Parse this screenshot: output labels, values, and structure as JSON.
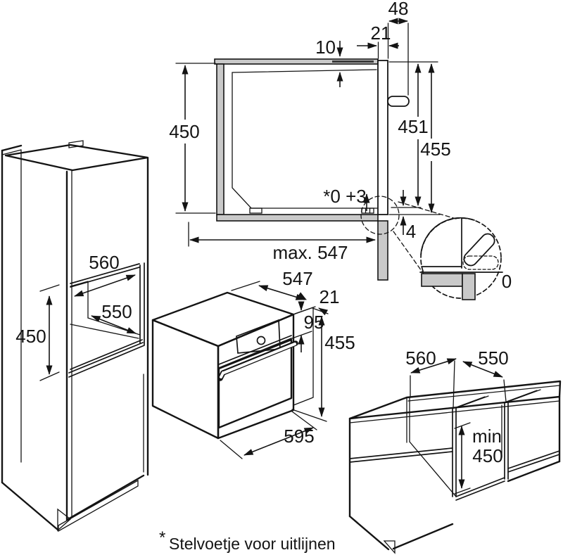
{
  "section": {
    "height_450": "450",
    "gap_10": "10",
    "dim_48": "48",
    "dim_21": "21",
    "dim_451": "451",
    "dim_455": "455",
    "tolerance": "*0 +3",
    "dim_4": "4",
    "max_depth": "max. 547",
    "detail_zero": "0"
  },
  "oven": {
    "depth_547": "547",
    "dim_21": "21",
    "panel_95": "95",
    "height_455": "455",
    "width_595": "595"
  },
  "tall_unit": {
    "depth_560": "560",
    "width_550": "550",
    "height_450": "450"
  },
  "base_unit": {
    "depth_560": "560",
    "width_550": "550",
    "min_label": "min",
    "height_450": "450"
  },
  "footnote": {
    "marker": "*",
    "label": "Stelvoetje voor uitlijnen"
  },
  "colors": {
    "line": "#141414",
    "panel_gray": "#c9c9c9",
    "oven_gray": "#d6d6d6",
    "door_gray": "#a8a8a8",
    "plinth_gray": "#989898"
  }
}
